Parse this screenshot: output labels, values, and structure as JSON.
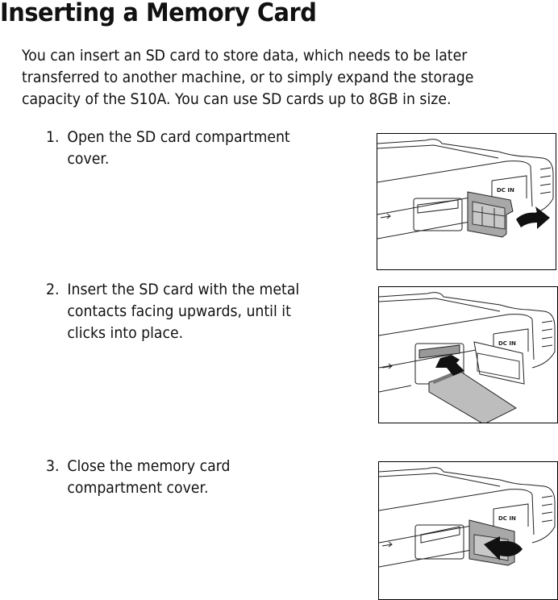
{
  "title": "Inserting a Memory Card",
  "intro": {
    "lines": [
      "You can insert an SD card to store data, which needs to be later",
      "transferred to another machine, or to simply expand the storage",
      "capacity of the S10A. You can use SD cards up to 8GB in size."
    ]
  },
  "steps": [
    {
      "number": "1.",
      "lines": [
        "Open the SD card compartment",
        "cover."
      ],
      "figure": {
        "label": "DC IN",
        "icon": "usb-icon",
        "action": "open-cover-arrow"
      }
    },
    {
      "number": "2.",
      "lines": [
        "Insert the SD card with the metal",
        "contacts facing upwards, until it",
        "clicks into place."
      ],
      "figure": {
        "label": "DC IN",
        "icon": "usb-icon",
        "action": "insert-card-arrow"
      }
    },
    {
      "number": "3.",
      "lines": [
        "Close the memory card",
        "compartment cover."
      ],
      "figure": {
        "label": "DC IN",
        "icon": "usb-icon",
        "action": "close-cover-arrow"
      }
    }
  ]
}
